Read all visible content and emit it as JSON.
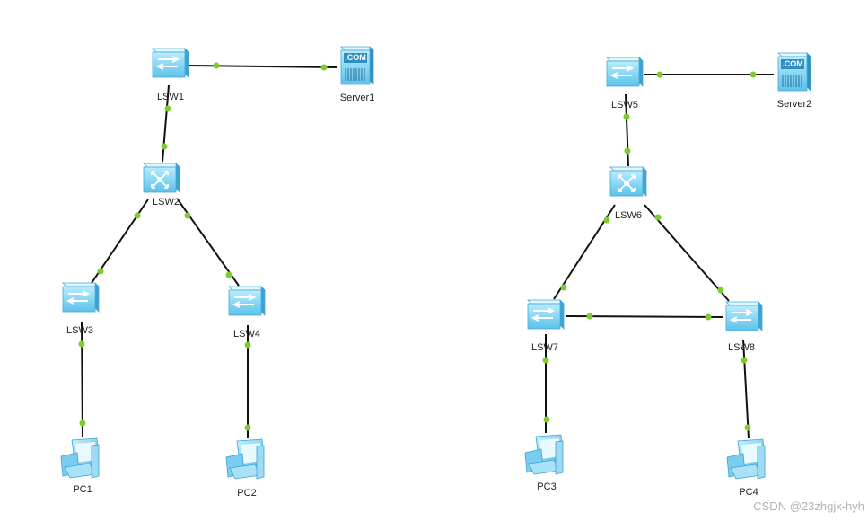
{
  "devices": {
    "lsw1": {
      "label": "LSW1",
      "type": "switch"
    },
    "server1": {
      "label": "Server1",
      "type": "server"
    },
    "lsw2": {
      "label": "LSW2",
      "type": "core-switch"
    },
    "lsw3": {
      "label": "LSW3",
      "type": "switch"
    },
    "lsw4": {
      "label": "LSW4",
      "type": "switch"
    },
    "pc1": {
      "label": "PC1",
      "type": "pc"
    },
    "pc2": {
      "label": "PC2",
      "type": "pc"
    },
    "lsw5": {
      "label": "LSW5",
      "type": "switch"
    },
    "server2": {
      "label": "Server2",
      "type": "server"
    },
    "lsw6": {
      "label": "LSW6",
      "type": "core-switch"
    },
    "lsw7": {
      "label": "LSW7",
      "type": "switch"
    },
    "lsw8": {
      "label": "LSW8",
      "type": "switch"
    },
    "pc3": {
      "label": "PC3",
      "type": "pc"
    },
    "pc4": {
      "label": "PC4",
      "type": "pc"
    }
  },
  "server_badge": ".COM",
  "watermark": "CSDN @23zhgjx-hyh",
  "colors": {
    "link": "#111111",
    "port": "#7ccc2e",
    "device": "#8fd3f0",
    "label": "#222222"
  }
}
